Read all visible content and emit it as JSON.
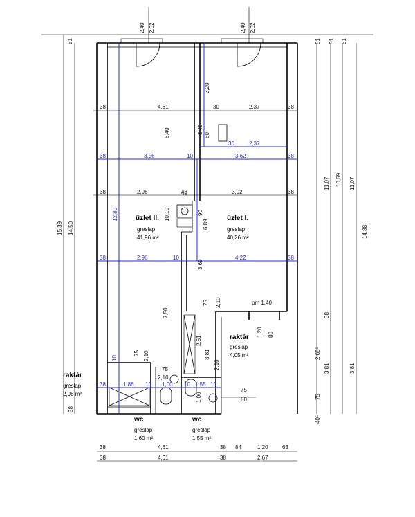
{
  "rooms": {
    "uzlet2": {
      "name": "üzlet II.",
      "floor": "greslap",
      "area": "41,96 m²"
    },
    "uzlet1": {
      "name": "üzlet I.",
      "floor": "greslap",
      "area": "40,26 m²"
    },
    "raktar_left": {
      "name": "raktár",
      "floor": "greslap",
      "area": "2,98 m²"
    },
    "raktar_right": {
      "name": "raktár",
      "floor": "greslap",
      "area": "4,05 m²"
    },
    "wc_left": {
      "name": "wc",
      "floor": "greslap",
      "area": "1,60 m²"
    },
    "wc_right": {
      "name": "wc",
      "floor": "greslap",
      "area": "1,55 m²"
    }
  },
  "annotations": {
    "pm": "pm 1,40",
    "v_120": "1,20",
    "v_80a": "80",
    "v_75a": "75",
    "v_80b": "80",
    "v_75b": "75",
    "v_210a": "2,10",
    "v_210b": "2,10",
    "v_210c": "2,10",
    "v_210d": "2,10",
    "v_261": "2,61",
    "v_381c": "3,81",
    "v_750": "7,50",
    "v_320": "3,20",
    "v_640a": "6,40",
    "v_640b": "6,40",
    "v_60": "60",
    "v_1280": "12,80",
    "v_1010": "10,10",
    "v_689": "6,89",
    "v_369": "3,69",
    "v_90": "90",
    "v_75c": "75",
    "v_75d": "75",
    "v_10a": "10",
    "v_100": "1,00",
    "v_1": "40"
  },
  "top_dims": {
    "d240a": "2,40",
    "d262a": "2,62",
    "d240b": "2,40",
    "d262b": "2,62",
    "d51a": "51",
    "d51b": "51",
    "d51c": "51",
    "d51d": "51"
  },
  "row1": {
    "a": "38",
    "b": "4,61",
    "c": "30",
    "d": "2,37",
    "e": "38"
  },
  "row2": {
    "a": "30",
    "b": "2,37"
  },
  "row3": {
    "a": "38",
    "b": "3,56",
    "c": "10",
    "d": "3,62",
    "e": "38"
  },
  "row4": {
    "a": "38",
    "b": "2,96",
    "c": "40",
    "d": "3,92",
    "e": "38"
  },
  "row5": {
    "a": "38",
    "b": "2,96",
    "c": "10",
    "d": "4,22",
    "e": "38"
  },
  "row6": {
    "a": "38",
    "b": "1,86",
    "c": "10",
    "d": "1,00",
    "e": "10",
    "f": "1,55",
    "g": "10",
    "h": "75",
    "i": "80"
  },
  "bottom1": {
    "a": "38",
    "b": "4,61",
    "c": "38",
    "d": "84",
    "e": "1,20",
    "f": "63"
  },
  "bottom2": {
    "a": "38",
    "b": "4,61",
    "c": "38",
    "d": "2,67"
  },
  "left_dims": {
    "a": "15,39",
    "b": "14,50",
    "c": "38",
    "d": "38"
  },
  "right_dims": {
    "a": "11,07",
    "b": "10,69",
    "c": "11,07",
    "d": "14,88",
    "e": "38",
    "f": "2,65⁵",
    "g": "3,81",
    "h": "3,81",
    "i": "75",
    "j": "40⁵"
  }
}
